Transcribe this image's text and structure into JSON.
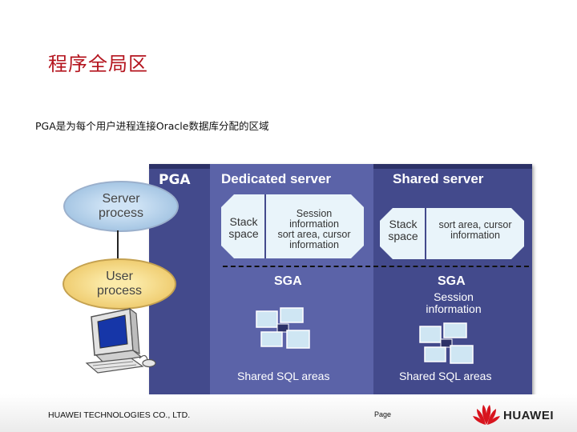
{
  "slide": {
    "title": "程序全局区",
    "subtitle": "PGA是为每个用户进程连接Oracle数据库分配的区域"
  },
  "pga_area": {
    "label": "PGA",
    "dedicated": {
      "heading": "Dedicated server",
      "stack_line1": "Stack",
      "stack_line2": "space",
      "session_line1": "Session",
      "session_line2": "information",
      "session_line3": "sort area, cursor",
      "session_line4": "information",
      "sga_label": "SGA",
      "sql_areas": "Shared SQL areas"
    },
    "shared": {
      "heading": "Shared server",
      "stack_line1": "Stack",
      "stack_line2": "space",
      "sort_line1": "sort area, cursor",
      "sort_line2": "information",
      "sga_label": "SGA",
      "sga_session_line1": "Session",
      "sga_session_line2": "information",
      "sql_areas": "Shared SQL areas"
    }
  },
  "processes": {
    "server_line1": "Server",
    "server_line2": "process",
    "user_line1": "User",
    "user_line2": "process"
  },
  "footer": {
    "company": "HUAWEI TECHNOLOGIES CO., LTD.",
    "page": "Page",
    "brand": "HUAWEI"
  },
  "colors": {
    "title_red": "#b4141e",
    "pga_blue": "#434a8c",
    "memory_panel": "#e9f4fa",
    "server_oval": "#8fb6da",
    "user_oval": "#e9bd53",
    "brand_red": "#d8141e"
  },
  "icons": [
    "computer-icon",
    "shared-memory-icon",
    "huawei-logo-icon"
  ]
}
